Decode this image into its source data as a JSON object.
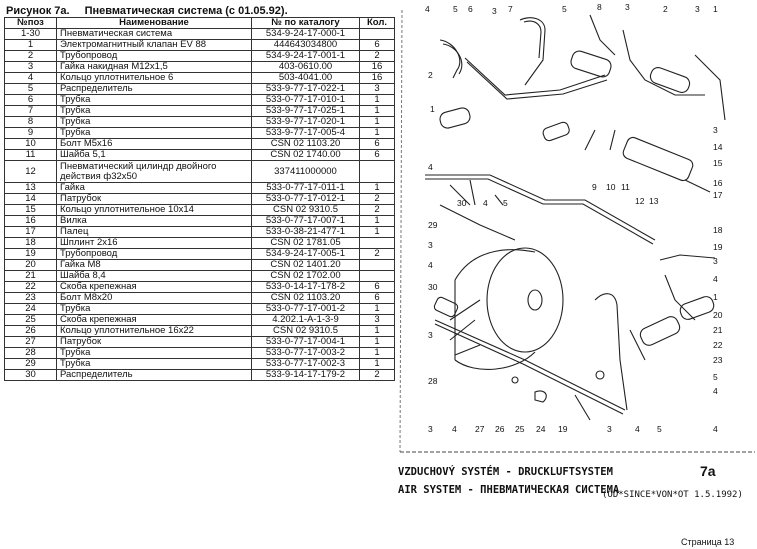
{
  "header": {
    "figure": "Рисунок 7а.",
    "title": "Пневматическая система (с 01.05.92)."
  },
  "table": {
    "columns": [
      "№поз",
      "Наименование",
      "№ по каталогу",
      "Кол."
    ],
    "rows": [
      {
        "pos": "1-30",
        "name": "Пневматическая система",
        "cat": "534-9-24-17-000-1",
        "qty": ""
      },
      {
        "pos": "1",
        "name": "Электромагнитный клапан EV 88",
        "cat": "444643034800",
        "qty": "6"
      },
      {
        "pos": "2",
        "name": "Трубопровод",
        "cat": "534-9-24-17-001-1",
        "qty": "2"
      },
      {
        "pos": "3",
        "name": "Гайка накидная М12х1,5",
        "cat": "403-0610.00",
        "qty": "16"
      },
      {
        "pos": "4",
        "name": "Кольцо уплотнительное 6",
        "cat": "503-4041.00",
        "qty": "16"
      },
      {
        "pos": "5",
        "name": "Распределитель",
        "cat": "533-9-77-17-022-1",
        "qty": "3"
      },
      {
        "pos": "6",
        "name": "Трубка",
        "cat": "533-0-77-17-010-1",
        "qty": "1"
      },
      {
        "pos": "7",
        "name": "Трубка",
        "cat": "533-9-77-17-025-1",
        "qty": "1"
      },
      {
        "pos": "8",
        "name": "Трубка",
        "cat": "533-9-77-17-020-1",
        "qty": "1"
      },
      {
        "pos": "9",
        "name": "Трубка",
        "cat": "533-9-77-17-005-4",
        "qty": "1"
      },
      {
        "pos": "10",
        "name": "Болт М5х16",
        "cat": "CSN 02 1103.20",
        "qty": "6"
      },
      {
        "pos": "11",
        "name": "Шайба 5,1",
        "cat": "CSN 02 1740.00",
        "qty": "6"
      },
      {
        "pos": "12",
        "name": "Пневматический цилиндр двойного действия ф32х50",
        "cat": "337411000000",
        "qty": "",
        "tall": true
      },
      {
        "pos": "13",
        "name": "Гайка",
        "cat": "533-0-77-17-011-1",
        "qty": "1"
      },
      {
        "pos": "14",
        "name": "Патрубок",
        "cat": "533-0-77-17-012-1",
        "qty": "2"
      },
      {
        "pos": "15",
        "name": "Кольцо уплотнительное 10х14",
        "cat": "CSN 02 9310.5",
        "qty": "2"
      },
      {
        "pos": "16",
        "name": "Вилка",
        "cat": "533-0-77-17-007-1",
        "qty": "1"
      },
      {
        "pos": "17",
        "name": "Палец",
        "cat": "533-0-38-21-477-1",
        "qty": "1"
      },
      {
        "pos": "18",
        "name": "Шплинт 2х16",
        "cat": "CSN 02 1781.05",
        "qty": ""
      },
      {
        "pos": "19",
        "name": "Трубопровод",
        "cat": "534-9-24-17-005-1",
        "qty": "2"
      },
      {
        "pos": "20",
        "name": "Гайка М8",
        "cat": "CSN 02 1401.20",
        "qty": ""
      },
      {
        "pos": "21",
        "name": "Шайба 8,4",
        "cat": "CSN 02 1702.00",
        "qty": ""
      },
      {
        "pos": "22",
        "name": "Скоба крепежная",
        "cat": "533-0-14-17-178-2",
        "qty": "6"
      },
      {
        "pos": "23",
        "name": "Болт М8х20",
        "cat": "CSN 02 1103.20",
        "qty": "6"
      },
      {
        "pos": "24",
        "name": "Трубка",
        "cat": "533-0-77-17-001-2",
        "qty": "1"
      },
      {
        "pos": "25",
        "name": "Скоба крепежная",
        "cat": "4.202.1-A-1-3-9",
        "qty": "3"
      },
      {
        "pos": "26",
        "name": "Кольцо уплотнительное 16х22",
        "cat": "CSN 02 9310.5",
        "qty": "1"
      },
      {
        "pos": "27",
        "name": "Патрубок",
        "cat": "533-0-77-17-004-1",
        "qty": "1"
      },
      {
        "pos": "28",
        "name": "Трубка",
        "cat": "533-0-77-17-003-2",
        "qty": "1"
      },
      {
        "pos": "29",
        "name": "Трубка",
        "cat": "533-0-77-17-002-3",
        "qty": "1"
      },
      {
        "pos": "30",
        "name": "Распределитель",
        "cat": "533-9-14-17-179-2",
        "qty": "2"
      }
    ]
  },
  "diagram": {
    "callouts": [
      "4",
      "5",
      "6",
      "3",
      "2",
      "1",
      "7",
      "5",
      "8",
      "3",
      "2",
      "1",
      "3",
      "4",
      "30",
      "4",
      "5",
      "9",
      "10",
      "11",
      "12",
      "13",
      "3",
      "14",
      "15",
      "16",
      "17",
      "18",
      "29",
      "3",
      "4",
      "19",
      "3",
      "4",
      "1",
      "30",
      "3",
      "20",
      "21",
      "22",
      "23",
      "5",
      "4",
      "28",
      "3",
      "4",
      "27",
      "26",
      "25",
      "24",
      "19",
      "3",
      "4",
      "5",
      "4"
    ],
    "caption_line1": "VZDUCHOVÝ SYSTÉM - DRUCKLUFTSYSTEM",
    "caption_line2": "AIR SYSTEM - ПНЕВМАТИЧЕСКАЯ СИСТЕМА",
    "figure_no": "7a",
    "since": "(OD*SINCE*VON*OT  1.5.1992)"
  },
  "footer": {
    "page": "Страница 13"
  }
}
